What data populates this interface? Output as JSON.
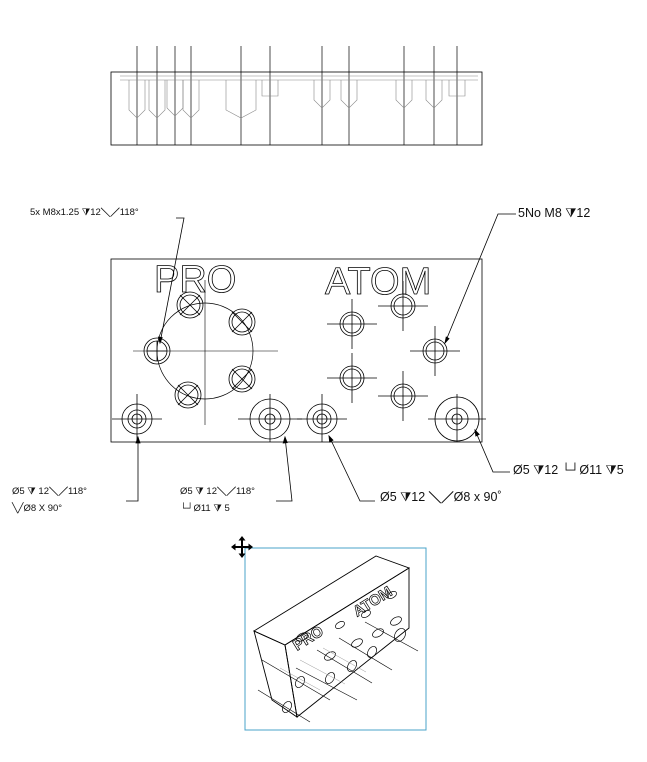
{
  "engraving": {
    "left": "PRO",
    "right": "ATOM"
  },
  "iso_view": {
    "left": "PRO",
    "right": "ATOM"
  },
  "callouts": {
    "m8_pattern": "5x M8x1.25 ⧩12╲╱118°",
    "m8_row": "5No M8 ⧩12",
    "hole1_line1": "Ø5 ⧩ 12╲╱118°",
    "hole1_line2": "╲╱Ø8 X 90°",
    "hole2_line1": "Ø5 ⧩ 12╲╱118°",
    "hole2_line2": "└┘Ø11 ⧩ 5",
    "hole3": "Ø5 ⧩12 ╲╱Ø8 x 90˚",
    "hole4": "Ø5 ⧩12 └┘Ø11 ⧩5"
  },
  "colors": {
    "line": "#000000",
    "iso_frame": "#4aa3c8",
    "text": "#111111"
  },
  "icons": {
    "move_handle": "move-arrows-icon"
  }
}
